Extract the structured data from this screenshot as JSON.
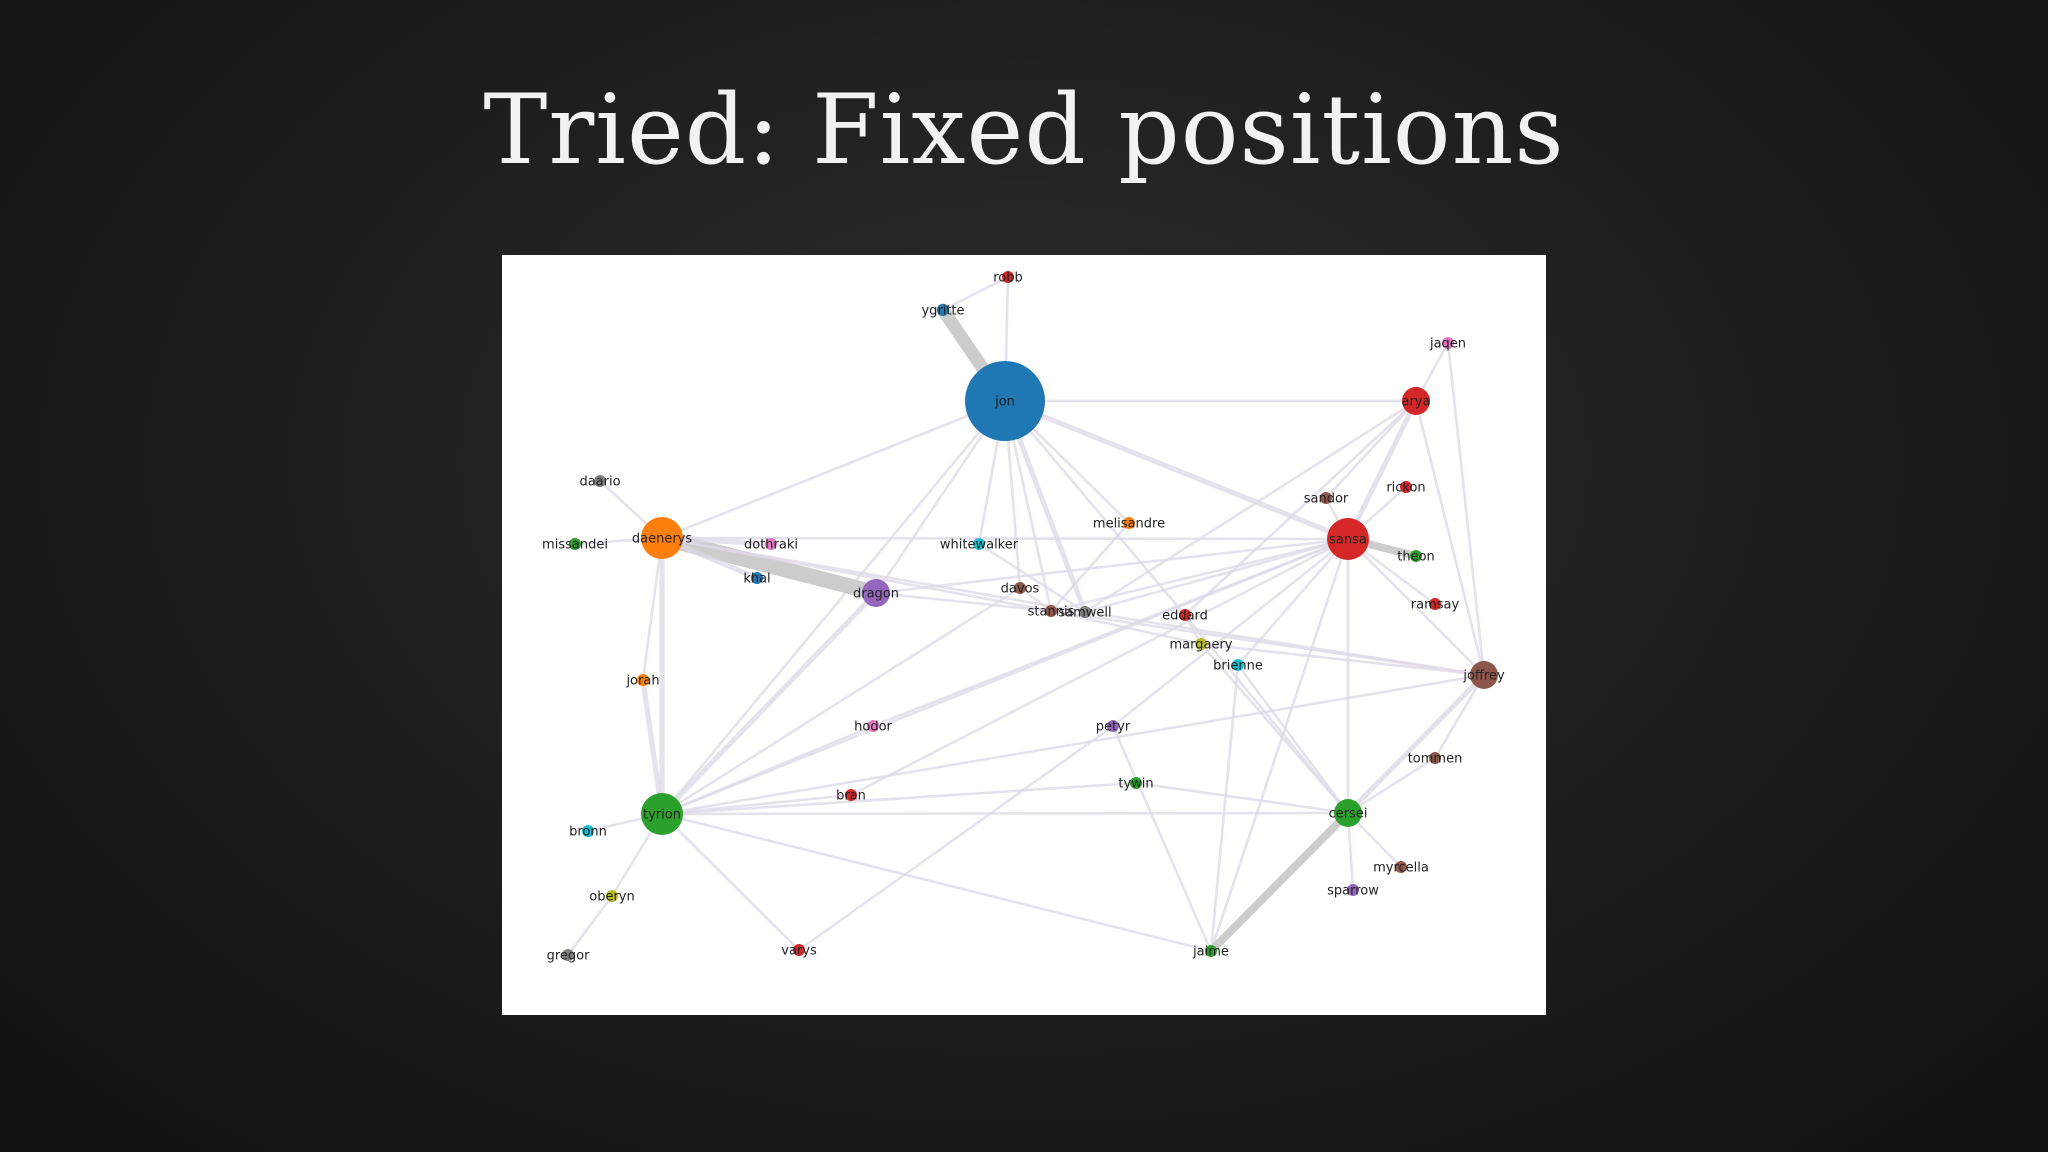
{
  "slide": {
    "title": "Tried: Fixed positions"
  },
  "network": {
    "nodes": [
      {
        "id": "jon",
        "color": "#1f77b4",
        "size": "xl"
      },
      {
        "id": "robb",
        "color": "#d62728",
        "size": "s"
      },
      {
        "id": "ygritte",
        "color": "#1f77b4",
        "size": "s"
      },
      {
        "id": "jaqen",
        "color": "#e377c2",
        "size": "s"
      },
      {
        "id": "arya",
        "color": "#d62728",
        "size": "m"
      },
      {
        "id": "daario",
        "color": "#7f7f7f",
        "size": "s"
      },
      {
        "id": "missandei",
        "color": "#2ca02c",
        "size": "s"
      },
      {
        "id": "daenerys",
        "color": "#ff7f0e",
        "size": "l"
      },
      {
        "id": "dothraki",
        "color": "#e377c2",
        "size": "s"
      },
      {
        "id": "khal",
        "color": "#1f77b4",
        "size": "s"
      },
      {
        "id": "whitewalker",
        "color": "#17becf",
        "size": "s"
      },
      {
        "id": "melisandre",
        "color": "#ff7f0e",
        "size": "s"
      },
      {
        "id": "sandor",
        "color": "#8c564b",
        "size": "s"
      },
      {
        "id": "rickon",
        "color": "#d62728",
        "size": "s"
      },
      {
        "id": "sansa",
        "color": "#d62728",
        "size": "l"
      },
      {
        "id": "theon",
        "color": "#2ca02c",
        "size": "s"
      },
      {
        "id": "dragon",
        "color": "#9467bd",
        "size": "m"
      },
      {
        "id": "davos",
        "color": "#8c564b",
        "size": "s"
      },
      {
        "id": "stannis",
        "color": "#8c564b",
        "size": "s"
      },
      {
        "id": "samwell",
        "color": "#7f7f7f",
        "size": "s"
      },
      {
        "id": "eddard",
        "color": "#d62728",
        "size": "s"
      },
      {
        "id": "ramsay",
        "color": "#d62728",
        "size": "s"
      },
      {
        "id": "margaery",
        "color": "#bcbd22",
        "size": "s"
      },
      {
        "id": "brienne",
        "color": "#17becf",
        "size": "s"
      },
      {
        "id": "joffrey",
        "color": "#8c564b",
        "size": "m"
      },
      {
        "id": "jorah",
        "color": "#ff7f0e",
        "size": "s"
      },
      {
        "id": "hodor",
        "color": "#e377c2",
        "size": "s"
      },
      {
        "id": "petyr",
        "color": "#9467bd",
        "size": "s"
      },
      {
        "id": "tommen",
        "color": "#8c564b",
        "size": "s"
      },
      {
        "id": "tywin",
        "color": "#2ca02c",
        "size": "s"
      },
      {
        "id": "bran",
        "color": "#d62728",
        "size": "s"
      },
      {
        "id": "tyrion",
        "color": "#2ca02c",
        "size": "l"
      },
      {
        "id": "cersei",
        "color": "#2ca02c",
        "size": "m"
      },
      {
        "id": "bronn",
        "color": "#17becf",
        "size": "s"
      },
      {
        "id": "myrcella",
        "color": "#8c564b",
        "size": "s"
      },
      {
        "id": "sparrow",
        "color": "#9467bd",
        "size": "s"
      },
      {
        "id": "oberyn",
        "color": "#bcbd22",
        "size": "s"
      },
      {
        "id": "gregor",
        "color": "#7f7f7f",
        "size": "s"
      },
      {
        "id": "varys",
        "color": "#d62728",
        "size": "s"
      },
      {
        "id": "jaime",
        "color": "#2ca02c",
        "size": "s"
      }
    ],
    "edges": [
      {
        "source": "jon",
        "target": "ygritte",
        "weight": 5
      },
      {
        "source": "jon",
        "target": "robb",
        "weight": 1
      },
      {
        "source": "jon",
        "target": "arya",
        "weight": 1
      },
      {
        "source": "jon",
        "target": "sansa",
        "weight": 2
      },
      {
        "source": "jon",
        "target": "daenerys",
        "weight": 1
      },
      {
        "source": "jon",
        "target": "dragon",
        "weight": 1
      },
      {
        "source": "jon",
        "target": "whitewalker",
        "weight": 1
      },
      {
        "source": "jon",
        "target": "davos",
        "weight": 1
      },
      {
        "source": "jon",
        "target": "stannis",
        "weight": 1
      },
      {
        "source": "jon",
        "target": "samwell",
        "weight": 2
      },
      {
        "source": "jon",
        "target": "melisandre",
        "weight": 1
      },
      {
        "source": "jon",
        "target": "eddard",
        "weight": 1
      },
      {
        "source": "jon",
        "target": "tyrion",
        "weight": 1
      },
      {
        "source": "daenerys",
        "target": "dragon",
        "weight": 6
      },
      {
        "source": "daenerys",
        "target": "dothraki",
        "weight": 2
      },
      {
        "source": "daenerys",
        "target": "khal",
        "weight": 2
      },
      {
        "source": "daenerys",
        "target": "missandei",
        "weight": 1
      },
      {
        "source": "daenerys",
        "target": "daario",
        "weight": 1
      },
      {
        "source": "daenerys",
        "target": "jorah",
        "weight": 1
      },
      {
        "source": "daenerys",
        "target": "tyrion",
        "weight": 2
      },
      {
        "source": "daenerys",
        "target": "sansa",
        "weight": 1
      },
      {
        "source": "daenerys",
        "target": "stannis",
        "weight": 1
      },
      {
        "source": "daenerys",
        "target": "samwell",
        "weight": 1
      },
      {
        "source": "dragon",
        "target": "tyrion",
        "weight": 2
      },
      {
        "source": "dragon",
        "target": "stannis",
        "weight": 1
      },
      {
        "source": "dragon",
        "target": "sansa",
        "weight": 1
      },
      {
        "source": "sansa",
        "target": "arya",
        "weight": 2
      },
      {
        "source": "sansa",
        "target": "theon",
        "weight": 3
      },
      {
        "source": "sansa",
        "target": "ramsay",
        "weight": 1
      },
      {
        "source": "sansa",
        "target": "sandor",
        "weight": 1
      },
      {
        "source": "sansa",
        "target": "rickon",
        "weight": 1
      },
      {
        "source": "sansa",
        "target": "joffrey",
        "weight": 1
      },
      {
        "source": "sansa",
        "target": "cersei",
        "weight": 1
      },
      {
        "source": "sansa",
        "target": "tyrion",
        "weight": 1
      },
      {
        "source": "sansa",
        "target": "petyr",
        "weight": 1
      },
      {
        "source": "sansa",
        "target": "jaime",
        "weight": 1
      },
      {
        "source": "sansa",
        "target": "stannis",
        "weight": 1
      },
      {
        "source": "sansa",
        "target": "samwell",
        "weight": 1
      },
      {
        "source": "sansa",
        "target": "hodor",
        "weight": 1
      },
      {
        "source": "sansa",
        "target": "bran",
        "weight": 1
      },
      {
        "source": "arya",
        "target": "jaqen",
        "weight": 1
      },
      {
        "source": "arya",
        "target": "sandor",
        "weight": 1
      },
      {
        "source": "arya",
        "target": "joffrey",
        "weight": 1
      },
      {
        "source": "arya",
        "target": "samwell",
        "weight": 1
      },
      {
        "source": "arya",
        "target": "eddard",
        "weight": 1
      },
      {
        "source": "joffrey",
        "target": "cersei",
        "weight": 2
      },
      {
        "source": "joffrey",
        "target": "tyrion",
        "weight": 1
      },
      {
        "source": "joffrey",
        "target": "margaery",
        "weight": 1
      },
      {
        "source": "joffrey",
        "target": "stannis",
        "weight": 1
      },
      {
        "source": "cersei",
        "target": "jaime",
        "weight": 3
      },
      {
        "source": "cersei",
        "target": "tommen",
        "weight": 1
      },
      {
        "source": "cersei",
        "target": "myrcella",
        "weight": 1
      },
      {
        "source": "cersei",
        "target": "sparrow",
        "weight": 1
      },
      {
        "source": "cersei",
        "target": "tyrion",
        "weight": 1
      },
      {
        "source": "cersei",
        "target": "eddard",
        "weight": 1
      },
      {
        "source": "cersei",
        "target": "brienne",
        "weight": 1
      },
      {
        "source": "cersei",
        "target": "tywin",
        "weight": 1
      },
      {
        "source": "cersei",
        "target": "margaery",
        "weight": 1
      },
      {
        "source": "tyrion",
        "target": "bronn",
        "weight": 1
      },
      {
        "source": "tyrion",
        "target": "oberyn",
        "weight": 1
      },
      {
        "source": "tyrion",
        "target": "varys",
        "weight": 1
      },
      {
        "source": "tyrion",
        "target": "jaime",
        "weight": 1
      },
      {
        "source": "tyrion",
        "target": "jorah",
        "weight": 2
      },
      {
        "source": "tyrion",
        "target": "tywin",
        "weight": 1
      },
      {
        "source": "tyrion",
        "target": "davos",
        "weight": 1
      },
      {
        "source": "tyrion",
        "target": "bran",
        "weight": 1
      },
      {
        "source": "tyrion",
        "target": "hodor",
        "weight": 1
      },
      {
        "source": "oberyn",
        "target": "gregor",
        "weight": 1
      },
      {
        "source": "jaime",
        "target": "brienne",
        "weight": 1
      },
      {
        "source": "jaime",
        "target": "petyr",
        "weight": 1
      },
      {
        "source": "varys",
        "target": "petyr",
        "weight": 1
      },
      {
        "source": "stannis",
        "target": "davos",
        "weight": 1
      },
      {
        "source": "stannis",
        "target": "melisandre",
        "weight": 1
      },
      {
        "source": "stannis",
        "target": "margaery",
        "weight": 1
      },
      {
        "source": "samwell",
        "target": "joffrey",
        "weight": 1
      },
      {
        "source": "samwell",
        "target": "whitewalker",
        "weight": 1
      },
      {
        "source": "eddard",
        "target": "margaery",
        "weight": 1
      },
      {
        "source": "brienne",
        "target": "sansa",
        "weight": 1
      },
      {
        "source": "jaqen",
        "target": "joffrey",
        "weight": 1
      },
      {
        "source": "robb",
        "target": "ygritte",
        "weight": 1
      },
      {
        "source": "tommen",
        "target": "joffrey",
        "weight": 1
      }
    ]
  }
}
